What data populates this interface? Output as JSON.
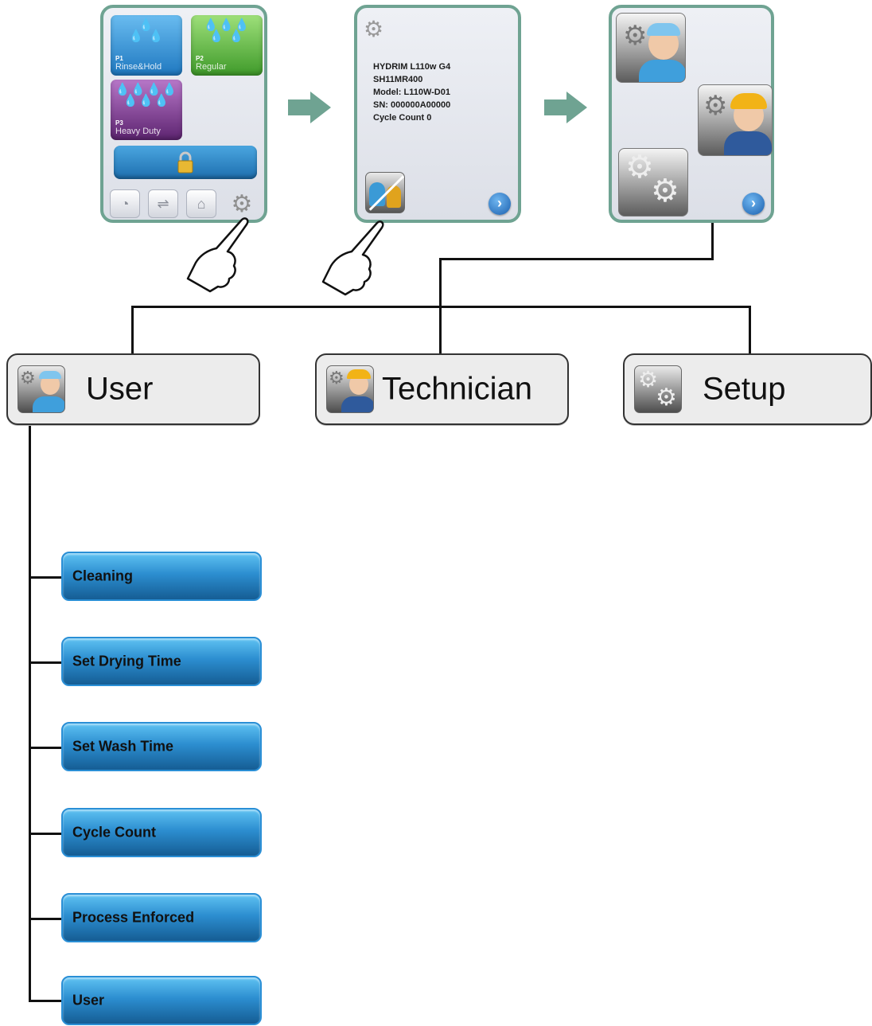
{
  "screen1": {
    "programs": [
      {
        "number": "P1",
        "name": "Rinse&Hold",
        "color": "#2f8fd0"
      },
      {
        "number": "P2",
        "name": "Regular",
        "color": "#5fb63b"
      },
      {
        "number": "P3",
        "name": "Heavy Duty",
        "color": "#7a3c8c"
      }
    ],
    "lock_icon": "padlock-icon",
    "bottom_icons": [
      "thermometer-icon",
      "usb-icon",
      "user-icon",
      "gear-icon"
    ]
  },
  "screen2": {
    "info_lines": [
      "HYDRIM L110w G4",
      "SH11MR400",
      "Model: L110W-D01",
      "SN: 000000A00000",
      "Cycle Count 0"
    ],
    "icons": [
      "gear-info-icon",
      "user-technician-icon",
      "next-arrow-icon"
    ]
  },
  "screen3": {
    "tiles": [
      "user-role-icon",
      "technician-role-icon",
      "setup-gears-icon"
    ],
    "next_icon": "next-arrow-icon"
  },
  "menu": {
    "user_label": "User",
    "technician_label": "Technician",
    "setup_label": "Setup"
  },
  "submenu": {
    "items": [
      "Cleaning",
      "Set Drying Time",
      "Set Wash Time",
      "Cycle Count",
      "Process Enforced",
      "User"
    ]
  },
  "colors": {
    "screen_border": "#6fa392",
    "flow_arrow": "#6fa392",
    "button_blue": "#2c8ed0"
  }
}
